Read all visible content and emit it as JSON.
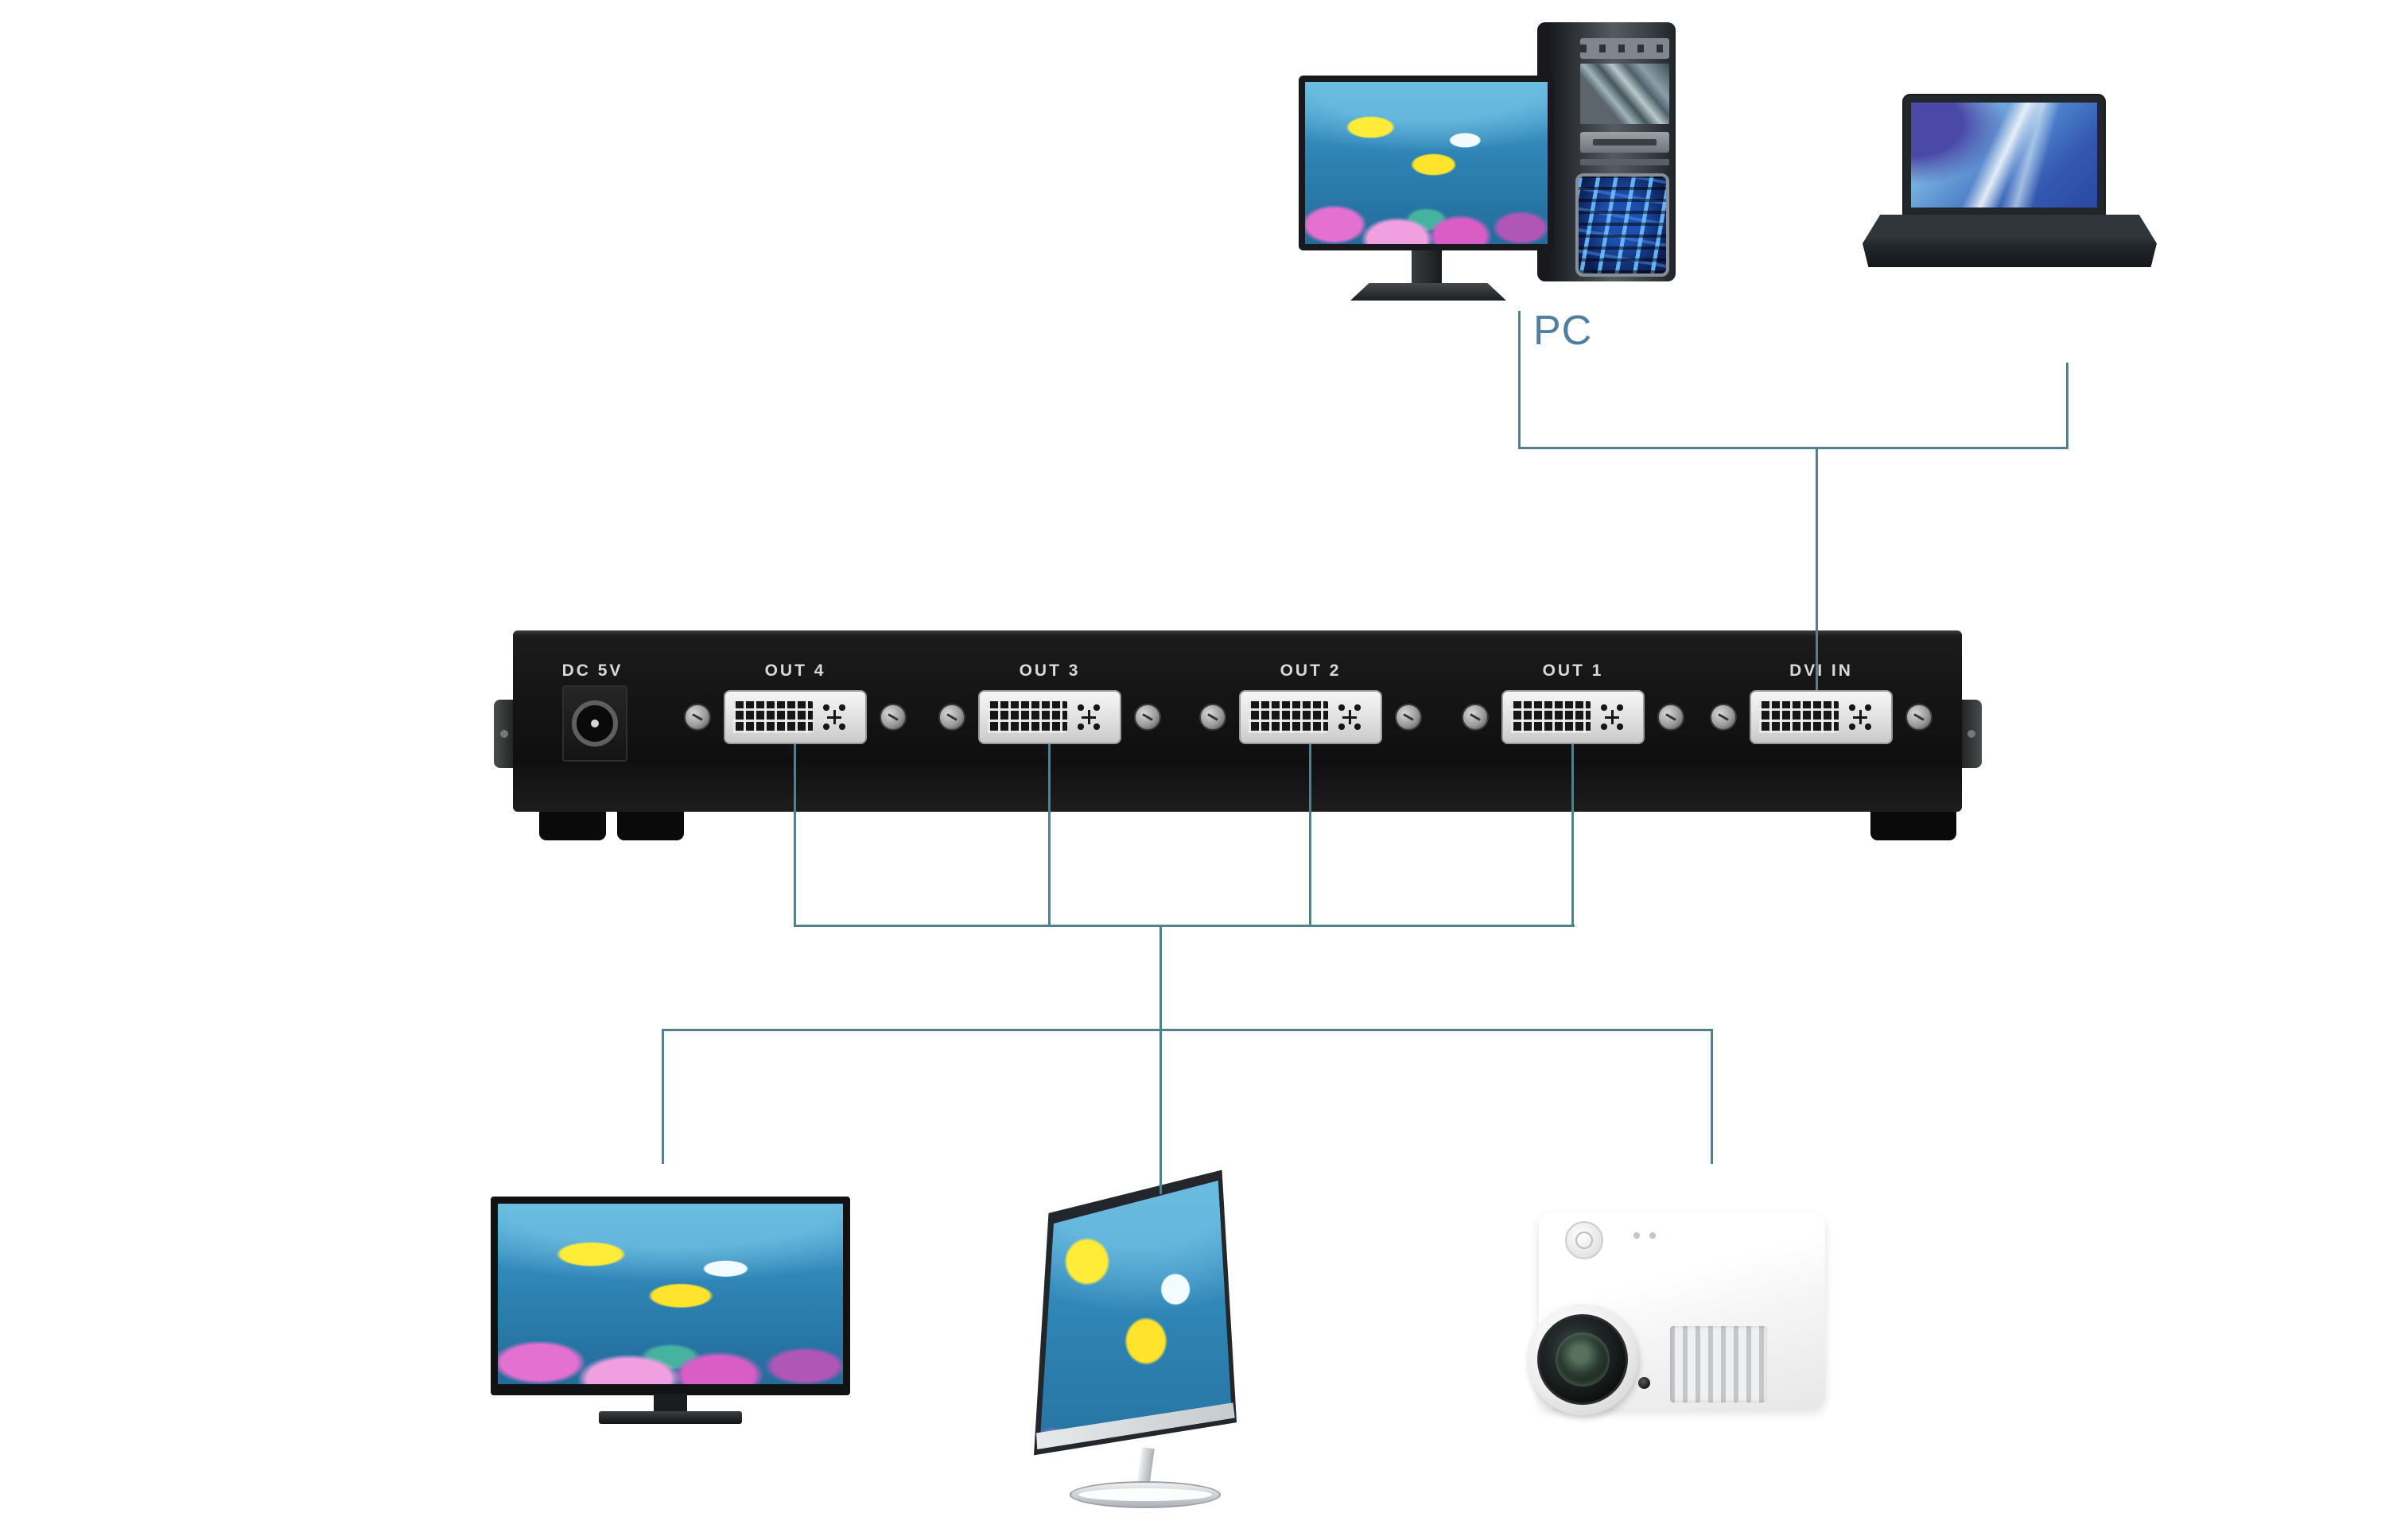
{
  "diagram": {
    "pc_label": "PC",
    "splitter_ports": [
      {
        "label": "DC 5V",
        "type": "power-input"
      },
      {
        "label": "OUT 4",
        "type": "dvi-output"
      },
      {
        "label": "OUT 3",
        "type": "dvi-output"
      },
      {
        "label": "OUT 2",
        "type": "dvi-output"
      },
      {
        "label": "OUT 1",
        "type": "dvi-output"
      },
      {
        "label": "DVI IN",
        "type": "dvi-input"
      }
    ],
    "source_devices": [
      "desktop-pc",
      "laptop"
    ],
    "output_devices": [
      "tv",
      "monitor",
      "projector"
    ],
    "colors": {
      "cable_line": "#51808f",
      "pc_label_text": "#4f7e9e",
      "splitter_body": "#141414",
      "port_label_text": "#d9d9d9",
      "dvi_connector_face": "#ececec"
    }
  }
}
